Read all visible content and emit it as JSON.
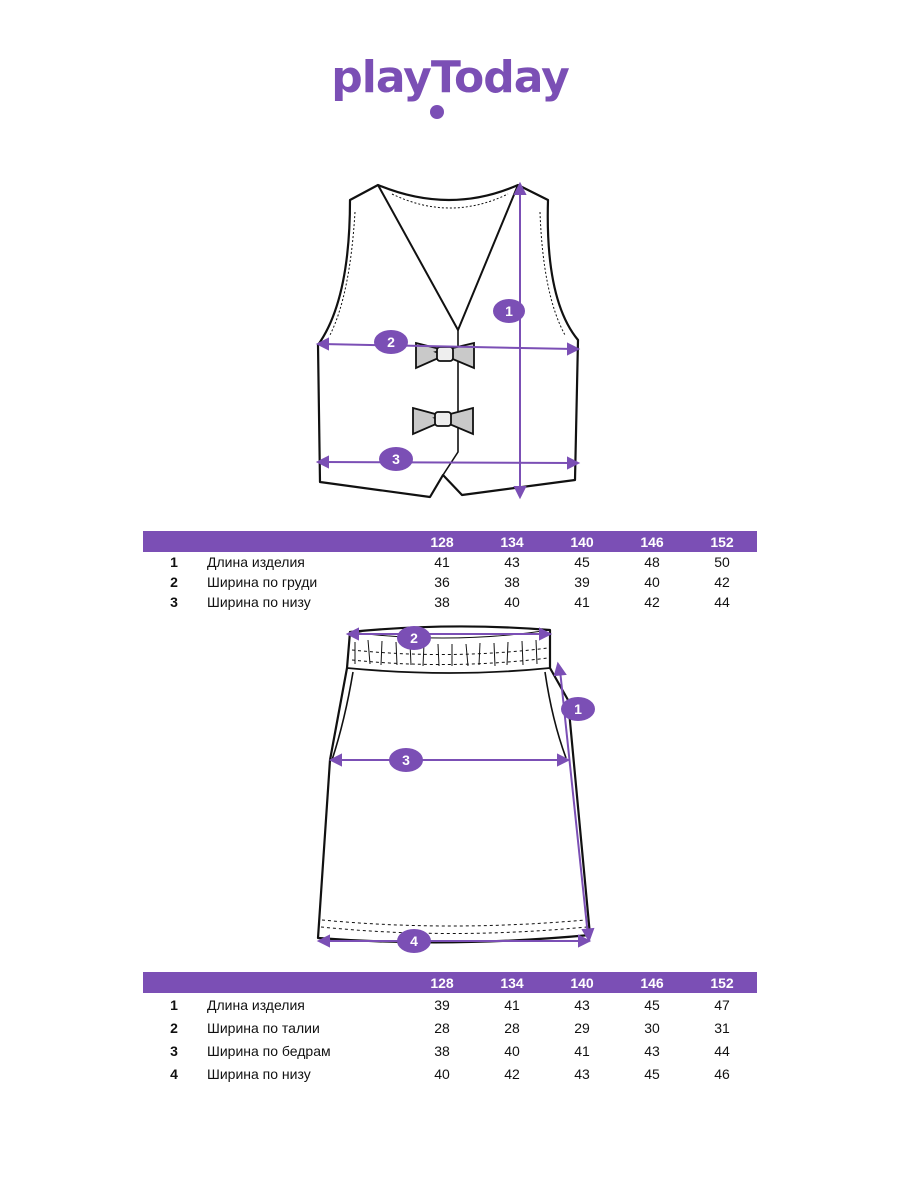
{
  "brand": {
    "name": "playToday",
    "color": "#7b4fb5"
  },
  "colors": {
    "accent": "#7b4fb5",
    "line": "#111111",
    "fabric_accent": "#9a9a9a"
  },
  "vest": {
    "callouts": [
      "1",
      "2",
      "3"
    ],
    "headers": [
      "128",
      "134",
      "140",
      "146",
      "152"
    ],
    "rows": [
      {
        "num": "1",
        "label": "Длина изделия",
        "values": [
          "41",
          "43",
          "45",
          "48",
          "50"
        ]
      },
      {
        "num": "2",
        "label": "Ширина по груди",
        "values": [
          "36",
          "38",
          "39",
          "40",
          "42"
        ]
      },
      {
        "num": "3",
        "label": "Ширина по низу",
        "values": [
          "38",
          "40",
          "41",
          "42",
          "44"
        ]
      }
    ]
  },
  "skirt": {
    "callouts": [
      "1",
      "2",
      "3",
      "4"
    ],
    "headers": [
      "128",
      "134",
      "140",
      "146",
      "152"
    ],
    "rows": [
      {
        "num": "1",
        "label": "Длина изделия",
        "values": [
          "39",
          "41",
          "43",
          "45",
          "47"
        ]
      },
      {
        "num": "2",
        "label": "Ширина по талии",
        "values": [
          "28",
          "28",
          "29",
          "30",
          "31"
        ]
      },
      {
        "num": "3",
        "label": "Ширина по бедрам",
        "values": [
          "38",
          "40",
          "41",
          "43",
          "44"
        ]
      },
      {
        "num": "4",
        "label": "Ширина по низу",
        "values": [
          "40",
          "42",
          "43",
          "45",
          "46"
        ]
      }
    ]
  }
}
